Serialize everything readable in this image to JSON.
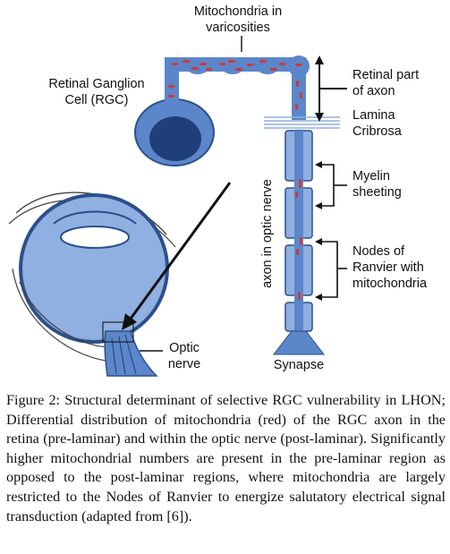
{
  "diagram": {
    "labels": {
      "mitochondria_varicosities": "Mitochondria in\nvaricosities",
      "rgc": "Retinal Ganglion\nCell (RGC)",
      "retinal_axon": "Retinal part\nof axon",
      "lamina": "Lamina\nCribrosa",
      "axon_optic_nerve": "axon in optic nerve",
      "myelin": "Myelin\nsheeting",
      "nodes": "Nodes of\nRanvier with\nmitochondria",
      "optic_nerve": "Optic\nnerve",
      "synapse": "Synapse"
    },
    "colors": {
      "axon_fill": "#5b86c9",
      "axon_dark": "#2c4f8c",
      "nucleus": "#1f3f79",
      "mitochondria": "#cc3a3e",
      "eye_fill": "#8fb0e0"
    }
  },
  "caption": "Figure 2: Structural determinant of selective RGC vulnerability in LHON; Differential distribution of mitochondria (red) of the RGC axon in the retina (pre-laminar) and within the optic nerve (post-laminar). Significantly higher mitochondrial numbers are present in the pre-laminar region as opposed to the post-laminar regions, where mitochondria are largely restricted to the Nodes of Ranvier to energize salutatory electrical signal transduction (adapted from [6])."
}
